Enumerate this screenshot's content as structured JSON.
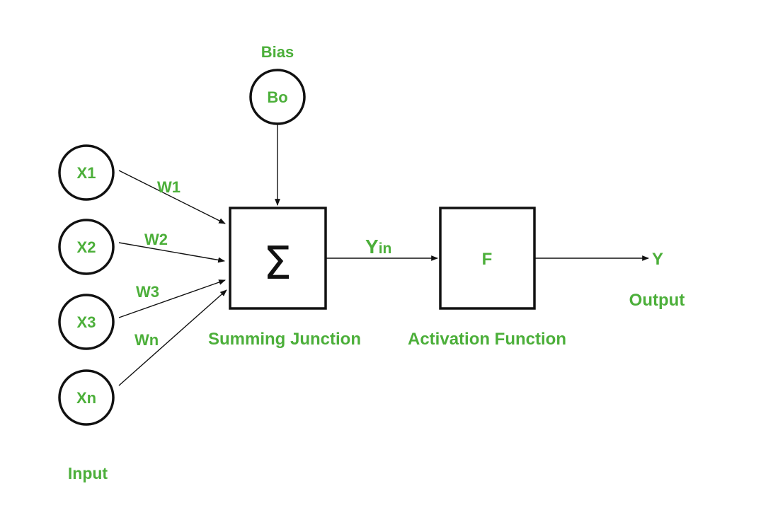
{
  "colors": {
    "label": "#4caf3a",
    "stroke": "#111111",
    "background": "#ffffff"
  },
  "bias": {
    "label": "Bias",
    "node": "Bo"
  },
  "inputs": [
    {
      "node": "X1",
      "weight": "W1"
    },
    {
      "node": "X2",
      "weight": "W2"
    },
    {
      "node": "X3",
      "weight": "W3"
    },
    {
      "node": "Xn",
      "weight": "Wn"
    }
  ],
  "input_label": "Input",
  "summing": {
    "symbol": "Σ",
    "label": "Summing Junction"
  },
  "yin": {
    "main": "Y",
    "sub": "in"
  },
  "activation": {
    "symbol": "F",
    "label": "Activation Function"
  },
  "output": {
    "symbol": "Y",
    "label": "Output"
  }
}
